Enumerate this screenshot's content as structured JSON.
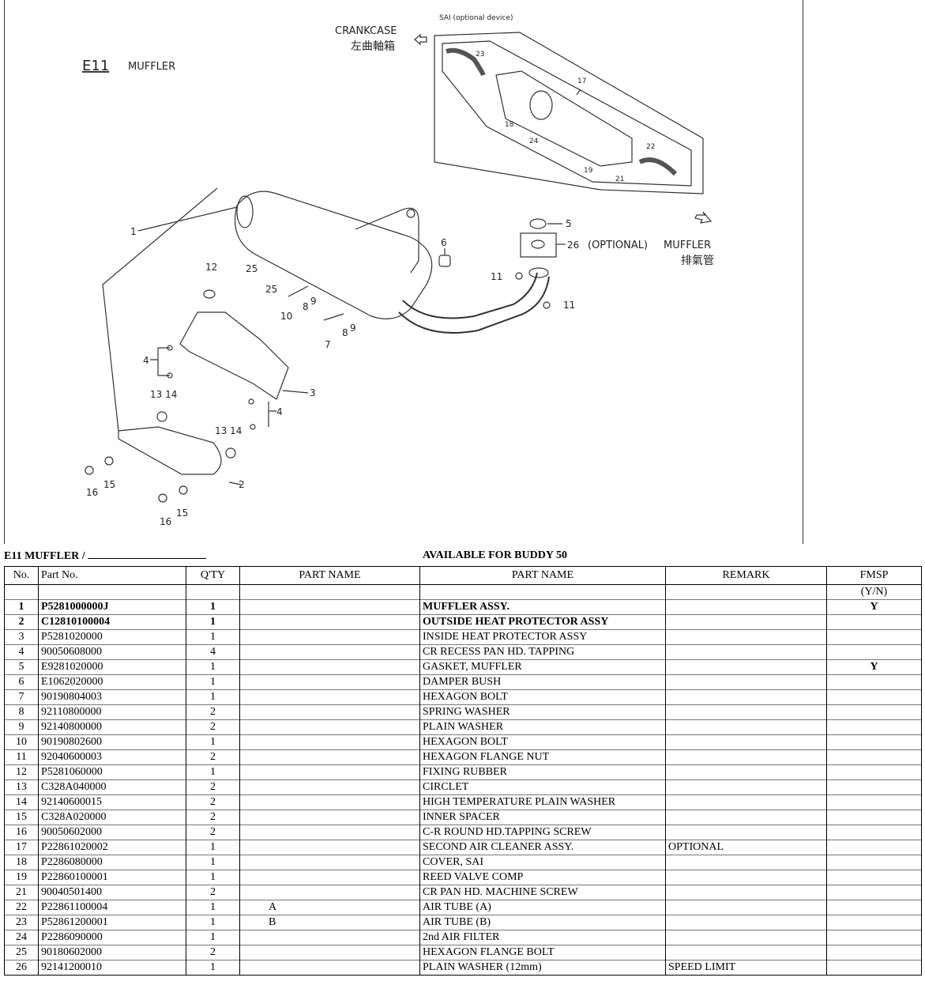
{
  "diagram": {
    "code": "E11",
    "title": "MUFFLER",
    "crankcase_en": "CRANKCASE",
    "crankcase_zh": "左曲軸箱",
    "muffler_en": "MUFFLER",
    "muffler_zh": "排氣管",
    "sai_label": "SAI (optional device)",
    "optional_label": "(OPTIONAL)",
    "callouts": [
      "1",
      "2",
      "3",
      "4",
      "4",
      "5",
      "6",
      "7",
      "8",
      "8",
      "9",
      "9",
      "10",
      "11",
      "11",
      "12",
      "13 14",
      "13 14",
      "15",
      "15",
      "16",
      "16",
      "17",
      "18",
      "19",
      "21",
      "22",
      "23",
      "24",
      "25",
      "25",
      "26"
    ]
  },
  "sheet": {
    "title": "E11 MUFFLER /",
    "available": "AVAILABLE FOR BUDDY 50"
  },
  "table": {
    "headers": [
      "No.",
      "Part No.",
      "Q'TY",
      "PART NAME",
      "PART NAME",
      "REMARK",
      "FMSP"
    ],
    "subheader_fmsp": "(Y/N)",
    "rows": [
      {
        "no": "1",
        "part_no": "P5281000000J",
        "qty": "1",
        "name_alt": "",
        "name": "MUFFLER ASSY.",
        "remark": "",
        "fmsp": "Y",
        "bold": true
      },
      {
        "no": "2",
        "part_no": "C12810100004",
        "qty": "1",
        "name_alt": "",
        "name": "OUTSIDE HEAT PROTECTOR ASSY",
        "remark": "",
        "fmsp": "",
        "bold": true
      },
      {
        "no": "3",
        "part_no": "P5281020000",
        "qty": "1",
        "name_alt": "",
        "name": "INSIDE HEAT PROTECTOR ASSY",
        "remark": "",
        "fmsp": ""
      },
      {
        "no": "4",
        "part_no": "90050608000",
        "qty": "4",
        "name_alt": "",
        "name": "CR RECESS PAN HD. TAPPING",
        "remark": "",
        "fmsp": ""
      },
      {
        "no": "5",
        "part_no": "E9281020000",
        "qty": "1",
        "name_alt": "",
        "name": "GASKET, MUFFLER",
        "remark": "",
        "fmsp": "Y"
      },
      {
        "no": "6",
        "part_no": "E1062020000",
        "qty": "1",
        "name_alt": "",
        "name": "DAMPER BUSH",
        "remark": "",
        "fmsp": ""
      },
      {
        "no": "7",
        "part_no": "90190804003",
        "qty": "1",
        "name_alt": "",
        "name": "HEXAGON BOLT",
        "remark": "",
        "fmsp": ""
      },
      {
        "no": "8",
        "part_no": "92110800000",
        "qty": "2",
        "name_alt": "",
        "name": "SPRING WASHER",
        "remark": "",
        "fmsp": ""
      },
      {
        "no": "9",
        "part_no": "92140800000",
        "qty": "2",
        "name_alt": "",
        "name": "PLAIN WASHER",
        "remark": "",
        "fmsp": ""
      },
      {
        "no": "10",
        "part_no": "90190802600",
        "qty": "1",
        "name_alt": "",
        "name": "HEXAGON BOLT",
        "remark": "",
        "fmsp": ""
      },
      {
        "no": "11",
        "part_no": "92040600003",
        "qty": "2",
        "name_alt": "",
        "name": "HEXAGON FLANGE NUT",
        "remark": "",
        "fmsp": ""
      },
      {
        "no": "12",
        "part_no": "P5281060000",
        "qty": "1",
        "name_alt": "",
        "name": "FIXING RUBBER",
        "remark": "",
        "fmsp": ""
      },
      {
        "no": "13",
        "part_no": "C328A040000",
        "qty": "2",
        "name_alt": "",
        "name": "CIRCLET",
        "remark": "",
        "fmsp": ""
      },
      {
        "no": "14",
        "part_no": "92140600015",
        "qty": "2",
        "name_alt": "",
        "name": "HIGH TEMPERATURE PLAIN WASHER",
        "remark": "",
        "fmsp": ""
      },
      {
        "no": "15",
        "part_no": "C328A020000",
        "qty": "2",
        "name_alt": "",
        "name": "INNER SPACER",
        "remark": "",
        "fmsp": ""
      },
      {
        "no": "16",
        "part_no": "90050602000",
        "qty": "2",
        "name_alt": "",
        "name": "C-R ROUND HD.TAPPING SCREW",
        "remark": "",
        "fmsp": ""
      },
      {
        "no": "17",
        "part_no": "P22861020002",
        "qty": "1",
        "name_alt": "",
        "name": "SECOND AIR CLEANER ASSY.",
        "remark": "OPTIONAL",
        "fmsp": ""
      },
      {
        "no": "18",
        "part_no": "P2286080000",
        "qty": "1",
        "name_alt": "",
        "name": "COVER, SAI",
        "remark": "",
        "fmsp": ""
      },
      {
        "no": "19",
        "part_no": "P22860100001",
        "qty": "1",
        "name_alt": "",
        "name": "REED VALVE COMP",
        "remark": "",
        "fmsp": ""
      },
      {
        "no": "21",
        "part_no": "90040501400",
        "qty": "2",
        "name_alt": "",
        "name": "CR PAN HD. MACHINE SCREW",
        "remark": "",
        "fmsp": ""
      },
      {
        "no": "22",
        "part_no": "P22861100004",
        "qty": "1",
        "name_alt": "A",
        "name": "AIR TUBE (A)",
        "remark": "",
        "fmsp": ""
      },
      {
        "no": "23",
        "part_no": "P52861200001",
        "qty": "1",
        "name_alt": "B",
        "name": "AIR TUBE (B)",
        "remark": "",
        "fmsp": ""
      },
      {
        "no": "24",
        "part_no": "P2286090000",
        "qty": "1",
        "name_alt": "",
        "name": "2nd AIR FILTER",
        "remark": "",
        "fmsp": ""
      },
      {
        "no": "25",
        "part_no": "90180602000",
        "qty": "2",
        "name_alt": "",
        "name": "HEXAGON FLANGE BOLT",
        "remark": "",
        "fmsp": ""
      },
      {
        "no": "26",
        "part_no": "92141200010",
        "qty": "1",
        "name_alt": "",
        "name": "PLAIN WASHER (12mm)",
        "remark": "SPEED LIMIT",
        "fmsp": ""
      }
    ]
  }
}
